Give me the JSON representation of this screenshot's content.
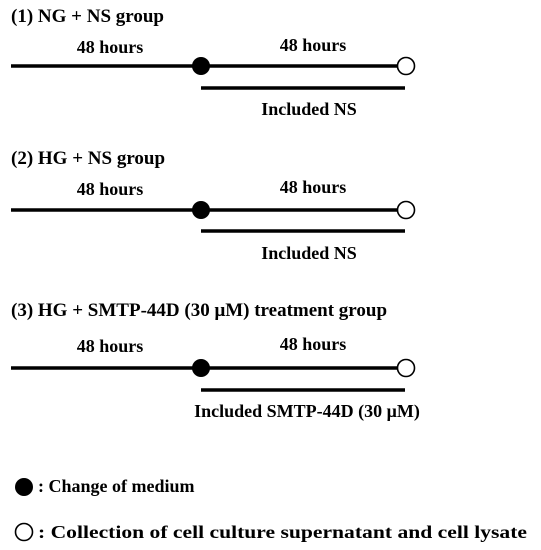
{
  "groups": [
    {
      "title": "(1) NG + NS group",
      "phase1_label": "48 hours",
      "phase2_label": "48 hours",
      "treatment_label": "Included NS"
    },
    {
      "title": "(2) HG + NS group",
      "phase1_label": "48 hours",
      "phase2_label": "48 hours",
      "treatment_label": "Included NS"
    },
    {
      "title": "(3) HG + SMTP-44D (30 μM) treatment group",
      "phase1_label": "48 hours",
      "phase2_label": "48 hours",
      "treatment_label": "Included SMTP-44D (30 μM)"
    }
  ],
  "legend": {
    "filled_marker": ": Change of medium",
    "open_marker": ": Collection of cell culture supernatant and cell lysate"
  },
  "colors": {
    "line": "#000000",
    "background": "#ffffff"
  }
}
